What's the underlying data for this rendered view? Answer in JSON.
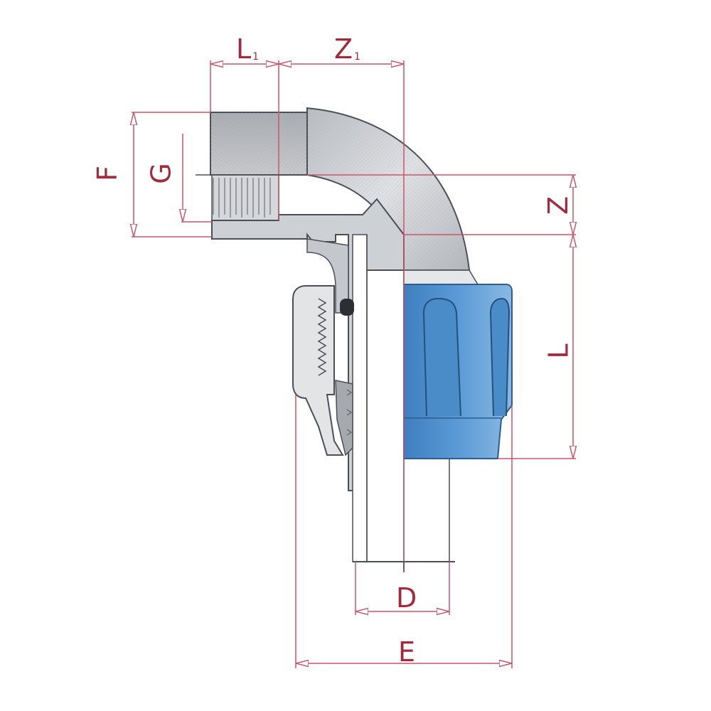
{
  "diagram": {
    "subject": "90-degree compression elbow with female thread",
    "colors": {
      "dimension_line": "#c8566a",
      "dimension_text": "#a32a3a",
      "body_gray": "#cfd1d4",
      "body_outline": "#4a4f57",
      "nut_blue": "#4a8cc8",
      "nut_blue_light": "#7ab0de",
      "seal_dark": "#2b2e33"
    },
    "dimensions": {
      "L1": {
        "letter": "L",
        "sub": "1"
      },
      "Z1": {
        "letter": "Z",
        "sub": "1"
      },
      "F": {
        "letter": "F"
      },
      "G": {
        "letter": "G"
      },
      "Z": {
        "letter": "Z"
      },
      "L": {
        "letter": "L"
      },
      "D": {
        "letter": "D"
      },
      "E": {
        "letter": "E"
      }
    }
  }
}
